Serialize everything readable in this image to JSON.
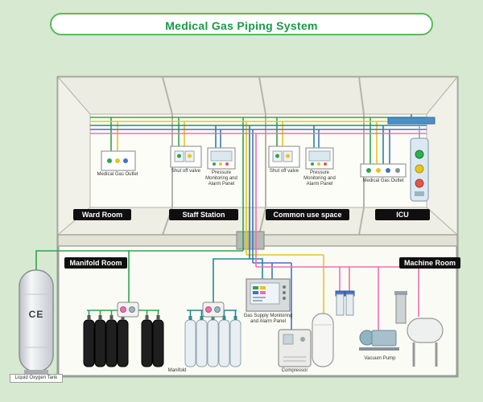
{
  "title": "Medical Gas Piping System",
  "upper_rooms": [
    {
      "label": "Ward Room"
    },
    {
      "label": "Staff Station"
    },
    {
      "label": "Common use space"
    },
    {
      "label": "ICU"
    }
  ],
  "lower_rooms": [
    {
      "label": "Manifold Room"
    },
    {
      "label": "Machine Room"
    }
  ],
  "equipment_labels": {
    "medical_gas_outlet_ward": "Medical Gas Outlet",
    "shut_off_valve_staff": "Shut off valve",
    "pressure_panel_staff": "Pressure Monitoring and Alarm Panel",
    "shut_off_valve_common": "Shut off valve",
    "pressure_panel_common": "Pressure Monitoring and Alarm Panel",
    "medical_gas_outlet_icu": "Medical Gas Outlet",
    "gas_supply_panel": "Gas Supply Monitoring and Alarm Panel",
    "manifold": "Manifold",
    "compressor": "Compressor",
    "vacuum_pump": "Vacuum Pump",
    "liquid_oxygen_tank": "Liquid Oxygen Tank",
    "ce_mark": "CE"
  },
  "pipe_colors": {
    "oxygen_green": "#2ea44f",
    "yellow": "#e7c51d",
    "teal": "#1d8a96",
    "blue": "#4472c4",
    "pink": "#ef6fae"
  }
}
